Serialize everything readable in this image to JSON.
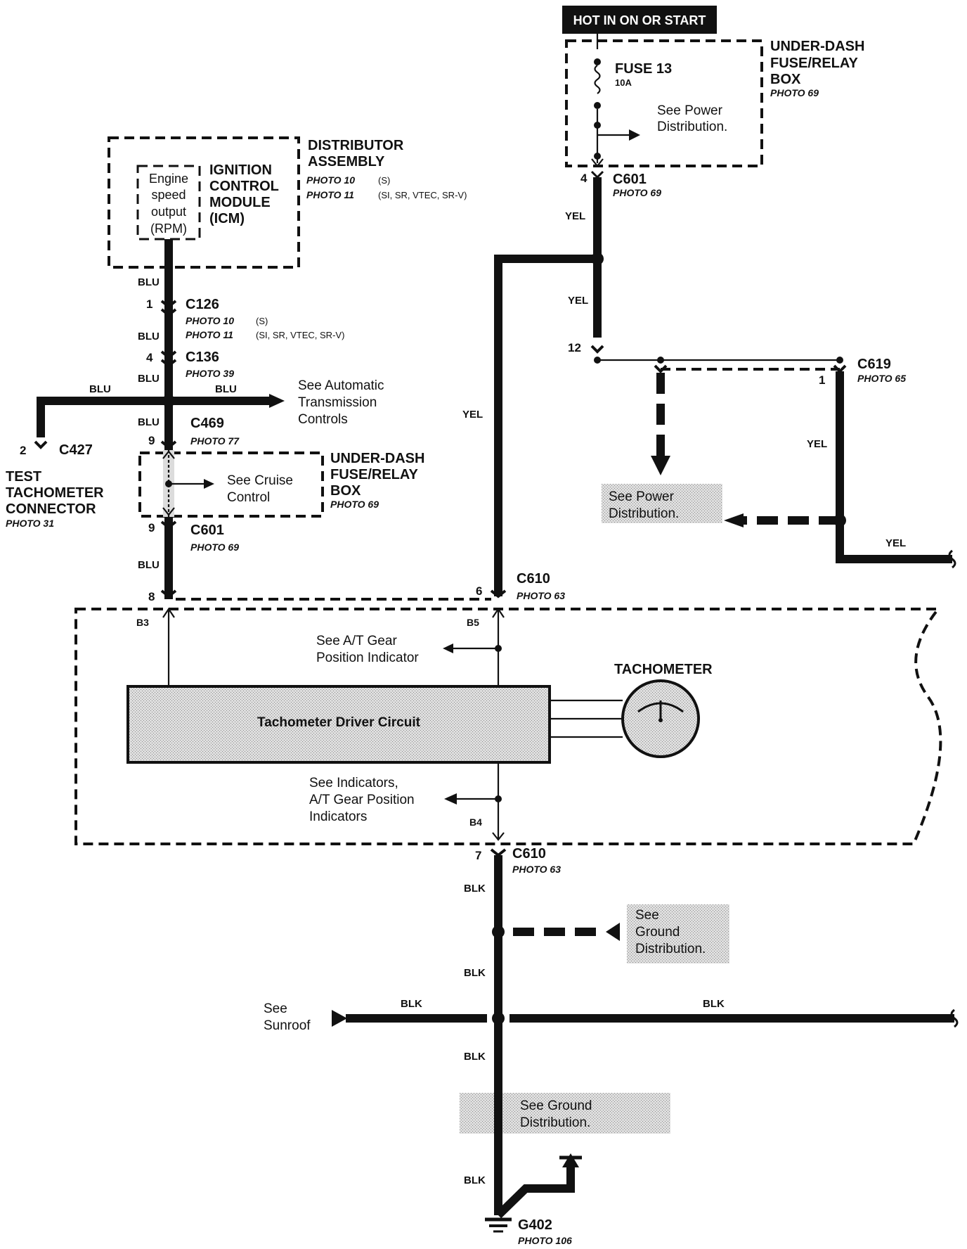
{
  "header": {
    "hot_label": "HOT IN ON OR START"
  },
  "fuse_box_top": {
    "title_1": "UNDER-DASH",
    "title_2": "FUSE/RELAY",
    "title_3": "BOX",
    "photo": "PHOTO 69",
    "fuse_label": "FUSE 13",
    "fuse_rating": "10A",
    "see_1": "See Power",
    "see_2": "Distribution."
  },
  "distributor": {
    "title_1": "DISTRIBUTOR",
    "title_2": "ASSEMBLY",
    "photo_1": "PHOTO 10",
    "photo_1_note": "(S)",
    "photo_2": "PHOTO 11",
    "photo_2_note": "(SI, SR, VTEC, SR-V)",
    "icm_1": "IGNITION",
    "icm_2": "CONTROL",
    "icm_3": "MODULE",
    "icm_4": "(ICM)",
    "engine_1": "Engine",
    "engine_2": "speed",
    "engine_3": "output",
    "engine_4": "(RPM)"
  },
  "left_chain": {
    "w1": "BLU",
    "c126_pin": "1",
    "c126": "C126",
    "c126_photo_1": "PHOTO 10",
    "c126_note_1": "(S)",
    "c126_photo_2": "PHOTO 11",
    "c126_note_2": "(SI, SR, VTEC, SR-V)",
    "w2": "BLU",
    "c136_pin": "4",
    "c136": "C136",
    "c136_photo": "PHOTO 39",
    "w3": "BLU",
    "w_left": "BLU",
    "w_right": "BLU",
    "see_at_1": "See Automatic",
    "see_at_2": "Transmission",
    "see_at_3": "Controls",
    "w4": "BLU",
    "c469": "C469",
    "c469_pin": "9",
    "c469_photo": "PHOTO 77",
    "c427_pin": "2",
    "c427": "C427",
    "test_1": "TEST",
    "test_2": "TACHOMETER",
    "test_3": "CONNECTOR",
    "test_photo": "PHOTO 31",
    "box_1": "UNDER-DASH",
    "box_2": "FUSE/RELAY",
    "box_3": "BOX",
    "box_photo": "PHOTO 69",
    "see_cruise_1": "See Cruise",
    "see_cruise_2": "Control",
    "c601_pin": "9",
    "c601": "C601",
    "c601_photo": "PHOTO 69",
    "w5": "BLU",
    "pin_8": "8"
  },
  "right_chain": {
    "c601_pin": "4",
    "c601": "C601",
    "c601_photo": "PHOTO 69",
    "w1": "YEL",
    "w2": "YEL",
    "pin_12": "12",
    "c619": "C619",
    "c619_pin": "1",
    "c619_photo": "PHOTO 65",
    "w3": "YEL",
    "w4": "YEL",
    "see_power_1": "See Power",
    "see_power_2": "Distribution.",
    "w_long": "YEL",
    "c610_pin": "6",
    "c610": "C610",
    "c610_photo": "PHOTO 63"
  },
  "gauge": {
    "b3": "B3",
    "b5": "B5",
    "see_at_gear_1": "See A/T Gear",
    "see_at_gear_2": "Position Indicator",
    "tachometer": "TACHOMETER",
    "driver": "Tachometer Driver Circuit",
    "see_ind_1": "See Indicators,",
    "see_ind_2": "A/T Gear Position",
    "see_ind_3": "Indicators",
    "b4": "B4"
  },
  "ground": {
    "c610_pin": "7",
    "c610": "C610",
    "c610_photo": "PHOTO 63",
    "w1": "BLK",
    "see_gd_1": "See",
    "see_gd_2": "Ground",
    "see_gd_3": "Distribution.",
    "w2": "BLK",
    "see_sunroof_1": "See",
    "see_sunroof_2": "Sunroof",
    "w_left": "BLK",
    "w_right": "BLK",
    "w3": "BLK",
    "see_gd2_1": "See Ground",
    "see_gd2_2": "Distribution.",
    "w4": "BLK",
    "g402": "G402",
    "g402_photo": "PHOTO 106"
  }
}
